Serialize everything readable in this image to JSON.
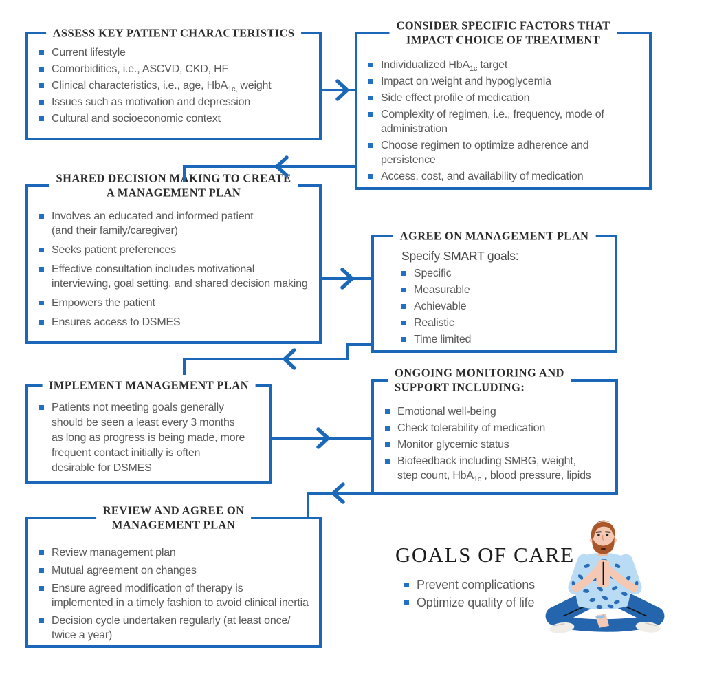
{
  "colors": {
    "accent_blue": "#1b68b8",
    "bullet_blue": "#2270c4",
    "title_text": "#2b2b2b",
    "body_text": "#595959"
  },
  "boxes": {
    "assess": {
      "title": "ASSESS KEY PATIENT CHARACTERISTICS",
      "items": [
        "Current lifestyle",
        "Comorbidities, i.e., ASCVD, CKD, HF",
        {
          "pre": "Clinical characteristics, i.e., age, HbA",
          "sub": "1c,",
          "post": " weight"
        },
        "Issues such as motivation and depression",
        "Cultural and socioeconomic context"
      ]
    },
    "consider": {
      "title": "CONSIDER SPECIFIC FACTORS THAT\nIMPACT CHOICE OF TREATMENT",
      "items": [
        {
          "pre": "Individualized HbA",
          "sub": "1c",
          "post": " target"
        },
        "Impact on weight and hypoglycemia",
        "Side effect profile of medication",
        "Complexity of regimen, i.e., frequency, mode of\nadministration",
        "Choose regimen to optimize adherence and\npersistence",
        "Access, cost, and availability of medication"
      ]
    },
    "shared": {
      "title": "SHARED DECISION MAKING TO CREATE\nA MANAGEMENT PLAN",
      "items": [
        "Involves an educated and informed patient\n(and their family/caregiver)",
        "Seeks patient preferences",
        "Effective consultation includes motivational\ninterviewing, goal setting, and shared decision making",
        "Empowers the patient",
        "Ensures access to DSMES"
      ]
    },
    "agree": {
      "title": "AGREE ON MANAGEMENT PLAN",
      "intro": "Specify SMART goals:",
      "items": [
        "Specific",
        "Measurable",
        "Achievable",
        "Realistic",
        "Time limited"
      ]
    },
    "implement": {
      "title": "IMPLEMENT MANAGEMENT PLAN",
      "items": [
        "Patients not meeting goals generally\nshould be seen a least every 3 months\nas long as progress is being made, more\nfrequent contact initially is often\ndesirable for DSMES"
      ]
    },
    "ongoing": {
      "title": "ONGOING MONITORING AND\nSUPPORT INCLUDING:",
      "items": [
        "Emotional well-being",
        "Check tolerability of medication",
        "Monitor glycemic status",
        {
          "pre": "Biofeedback including SMBG, weight,\nstep count, HbA",
          "sub": "1c",
          "post": " , blood pressure, lipids"
        }
      ]
    },
    "review": {
      "title": "REVIEW AND AGREE ON\nMANAGEMENT PLAN",
      "items": [
        "Review management plan",
        "Mutual agreement on changes",
        "Ensure agreed modification of therapy is\nimplemented in a timely fashion to avoid clinical inertia",
        "Decision cycle undertaken regularly (at least once/\ntwice a year)"
      ]
    }
  },
  "goals": {
    "title": "GOALS OF CARE",
    "items": [
      "Prevent complications",
      "Optimize quality of life"
    ]
  },
  "illustration": {
    "name": "meditating-man",
    "shirt_color": "#b9dcf4",
    "spot_color": "#2a6cb5",
    "pants_color": "#2565ae",
    "skin_color": "#f4c8b3",
    "hair_color": "#a8562a"
  }
}
